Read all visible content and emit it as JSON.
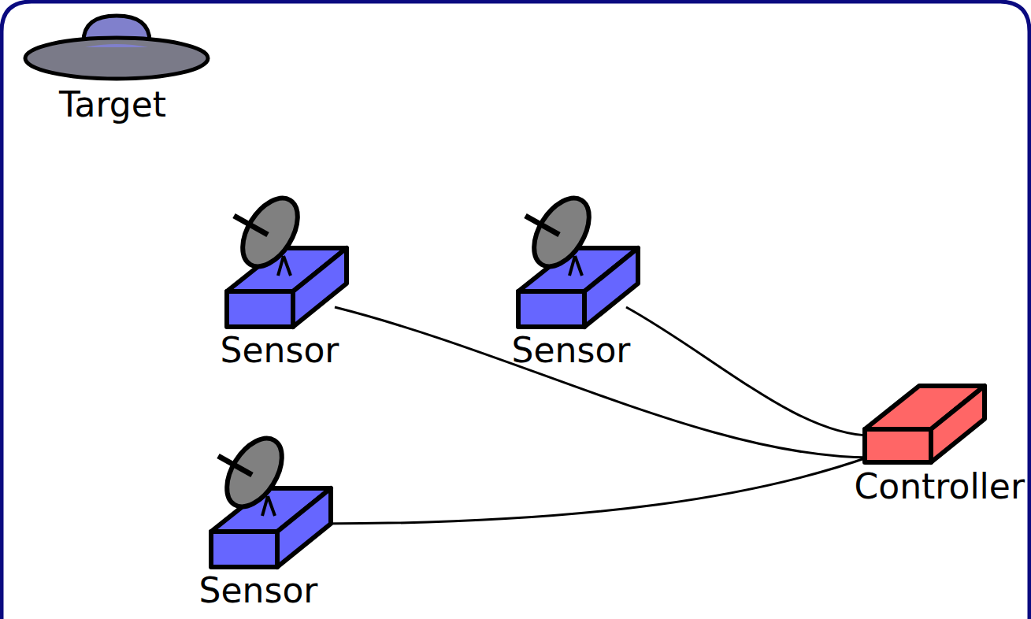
{
  "diagram": {
    "nodes": [
      {
        "text": [
          "Target"
        ]
      },
      {
        "text": [
          "Sensor"
        ]
      },
      {
        "text": [
          "Sensor"
        ]
      },
      {
        "text": [
          "Sensor"
        ]
      },
      {
        "text": [
          "Controller"
        ]
      }
    ],
    "edges": [
      {
        "from": 1,
        "to": 4,
        "arrow": "none"
      },
      {
        "from": 2,
        "to": 4,
        "arrow": "none"
      },
      {
        "from": 3,
        "to": 4,
        "arrow": "none"
      }
    ]
  }
}
